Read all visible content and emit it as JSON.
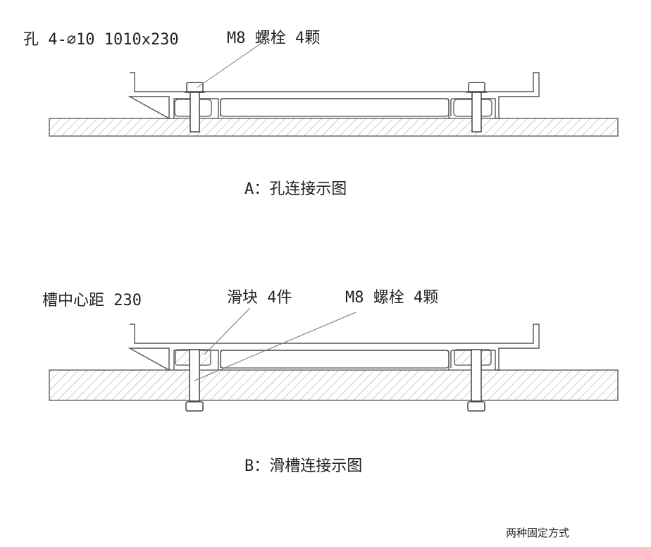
{
  "diagram_a": {
    "hole_label": "孔 4-⌀10  1010x230",
    "bolt_label": "M8 螺栓 4颗",
    "caption": "A：孔连接示图"
  },
  "diagram_b": {
    "spacing_label": "槽中心距 230",
    "slider_label": "滑块 4件",
    "bolt_label": "M8 螺栓 4颗",
    "caption": "B：滑槽连接示图"
  },
  "footer": "两种固定方式",
  "colors": {
    "line": "#555555",
    "hatch": "#888888"
  }
}
